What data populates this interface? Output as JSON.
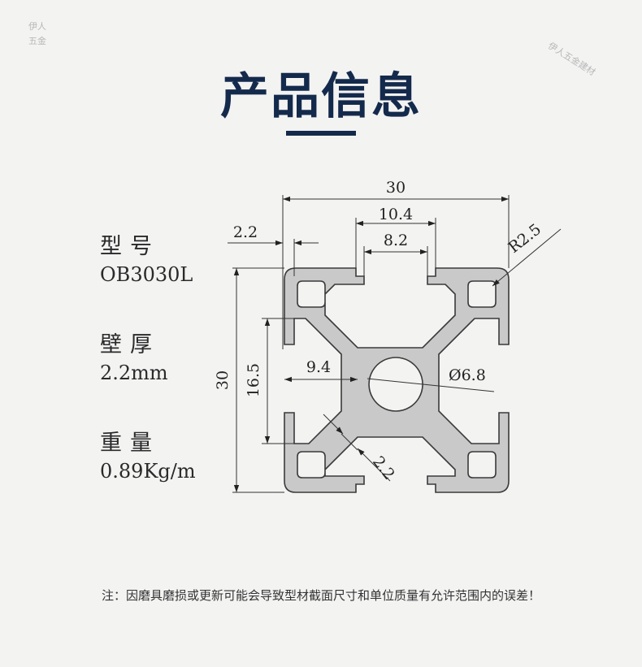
{
  "watermark": {
    "left_line1": "伊人",
    "left_line2": "五金",
    "right": "伊人五金建材"
  },
  "title": "产品信息",
  "specs": [
    {
      "label": "型号",
      "value": "OB3030L"
    },
    {
      "label": "壁厚",
      "value": "2.2mm"
    },
    {
      "label": "重量",
      "value": "0.89Kg/m"
    }
  ],
  "dimensions": {
    "width": "30",
    "slot_outer": "10.4",
    "slot_inner": "8.2",
    "wall": "2.2",
    "radius": "R2.5",
    "height": "30",
    "inner_height": "16.5",
    "half_depth": "9.4",
    "bore": "Ø6.8",
    "web": "2.2"
  },
  "note": "注：因磨具磨损或更新可能会导致型材截面尺寸和单位质量有允许范围内的误差！",
  "colors": {
    "title": "#142a4c",
    "profile_fill": "#c9c9c9",
    "profile_stroke": "#3a3a3a"
  }
}
